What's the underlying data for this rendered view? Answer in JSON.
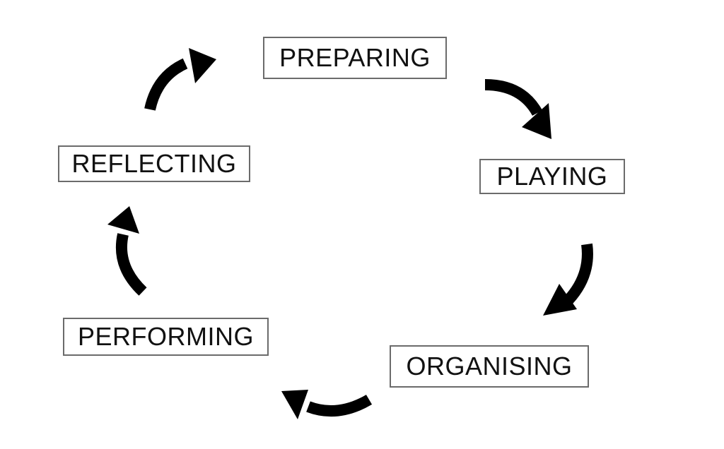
{
  "diagram": {
    "type": "cycle",
    "stages": [
      {
        "id": "preparing",
        "label": "PREPARING"
      },
      {
        "id": "playing",
        "label": "PLAYING"
      },
      {
        "id": "organising",
        "label": "ORGANISING"
      },
      {
        "id": "performing",
        "label": "PERFORMING"
      },
      {
        "id": "reflecting",
        "label": "REFLECTING"
      }
    ],
    "flow": [
      {
        "from": "preparing",
        "to": "playing"
      },
      {
        "from": "playing",
        "to": "organising"
      },
      {
        "from": "organising",
        "to": "performing"
      },
      {
        "from": "performing",
        "to": "reflecting"
      },
      {
        "from": "reflecting",
        "to": "preparing"
      }
    ],
    "direction": "clockwise",
    "colors": {
      "arrow": "#000000",
      "box_border": "#6b6b6b",
      "text": "#111111",
      "background": "#ffffff"
    }
  }
}
